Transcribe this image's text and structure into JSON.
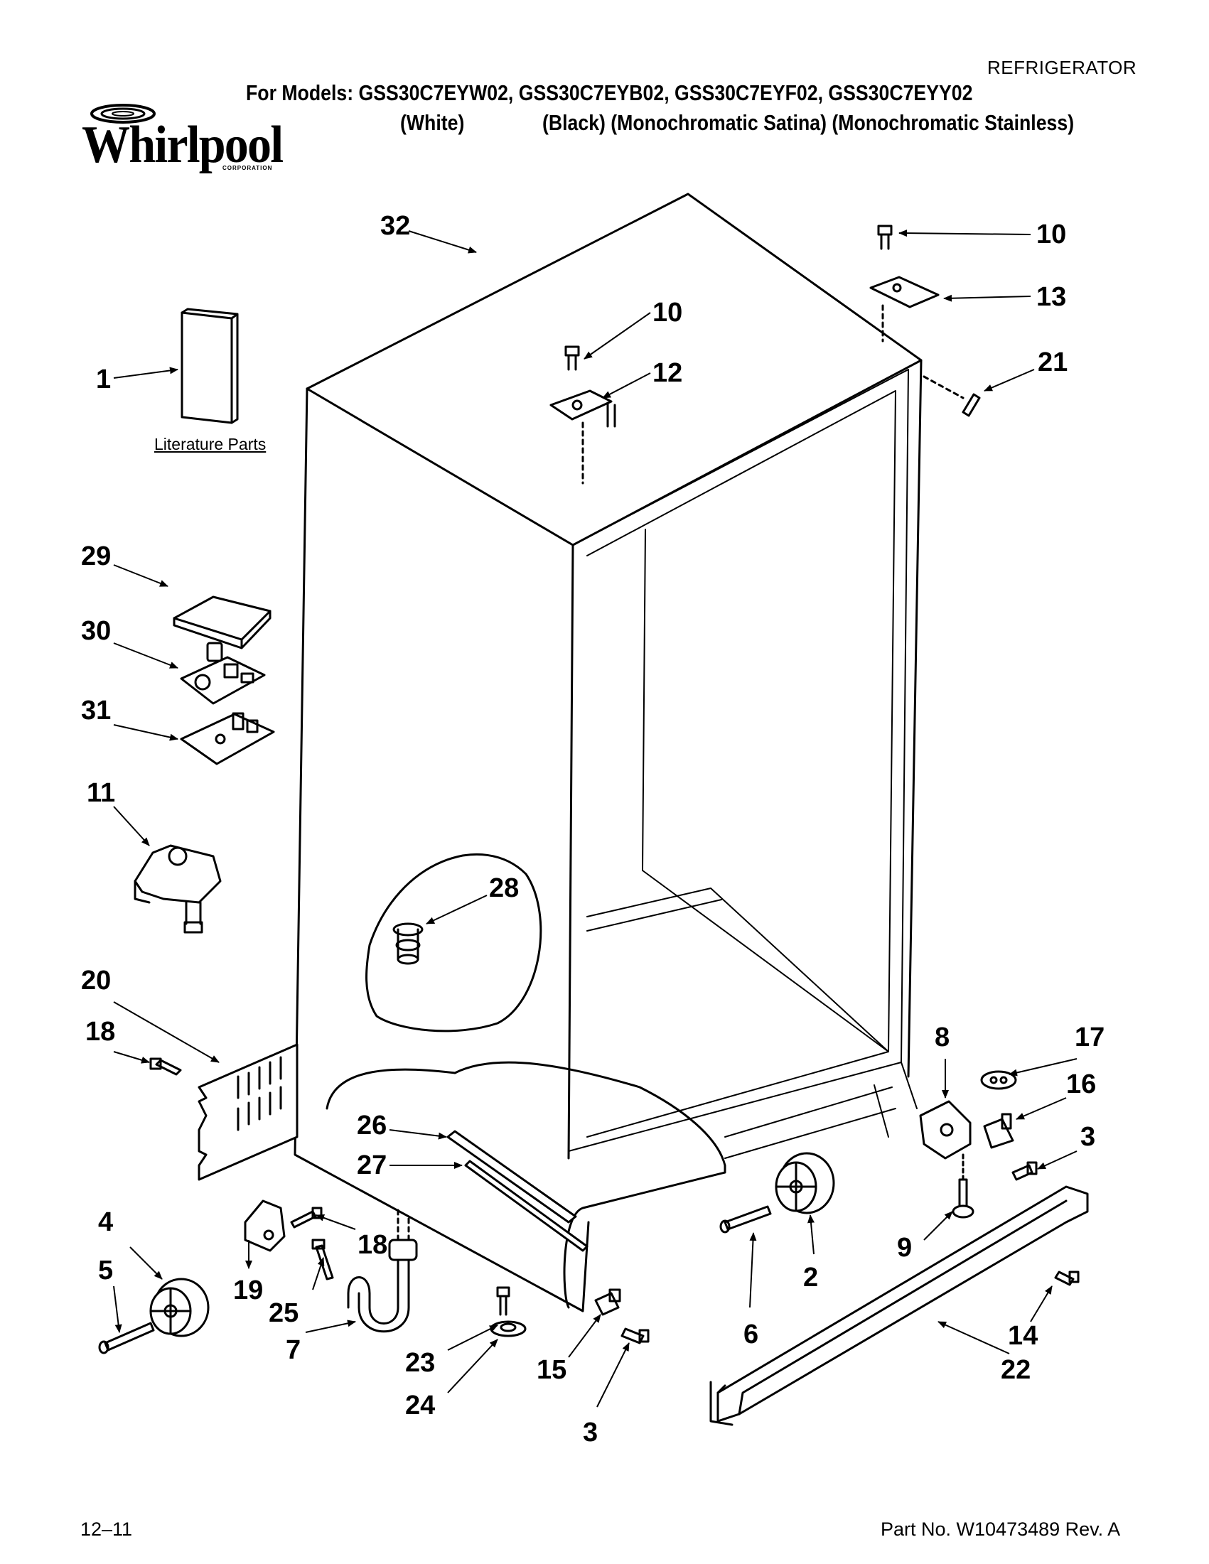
{
  "header": {
    "category": "REFRIGERATOR",
    "models_line": "For Models: GSS30C7EYW02, GSS30C7EYB02, GSS30C7EYF02, GSS30C7EYY02",
    "color_white": "(White)",
    "color_rest": "(Black) (Monochromatic Satina) (Monochromatic Stainless)",
    "brand": "Whirlpool",
    "brand_sub": "CORPORATION"
  },
  "literature_label": "Literature Parts",
  "footer": {
    "date": "12–11",
    "part_no": "Part No. W10473489 Rev. A"
  },
  "callouts": {
    "c1": "1",
    "c2": "2",
    "c3a": "3",
    "c3b": "3",
    "c4": "4",
    "c5": "5",
    "c6": "6",
    "c7": "7",
    "c8": "8",
    "c9": "9",
    "c10a": "10",
    "c10b": "10",
    "c11": "11",
    "c12": "12",
    "c13": "13",
    "c14": "14",
    "c15": "15",
    "c16": "16",
    "c17": "17",
    "c18a": "18",
    "c18b": "18",
    "c19": "19",
    "c20": "20",
    "c21": "21",
    "c22": "22",
    "c23": "23",
    "c24": "24",
    "c25": "25",
    "c26": "26",
    "c27": "27",
    "c28": "28",
    "c29": "29",
    "c30": "30",
    "c31": "31",
    "c32": "32"
  }
}
